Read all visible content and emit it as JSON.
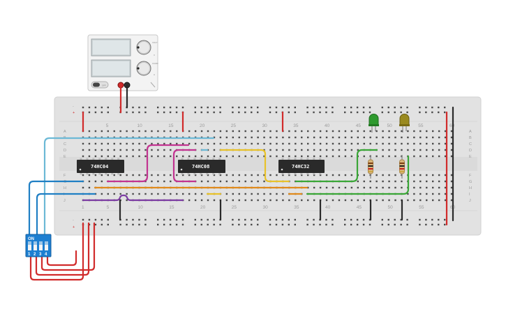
{
  "power_supply": {
    "btn_label": "OFF",
    "knob_labels": [
      "V",
      "A"
    ],
    "knob_tiny": [
      "VOLT",
      "CURR"
    ]
  },
  "breadboard": {
    "row_letters_top": [
      "A",
      "B",
      "C",
      "D",
      "E"
    ],
    "row_letters_bottom": [
      "F",
      "G",
      "H",
      "I",
      "J"
    ],
    "column_numbers_top": [
      "5",
      "10",
      "15",
      "20",
      "25",
      "30",
      "35",
      "40",
      "45",
      "50",
      "55",
      "60"
    ],
    "column_numbers_bottom": [
      "1",
      "5",
      "10",
      "15",
      "20",
      "25",
      "30",
      "35",
      "40",
      "45",
      "50",
      "55",
      "60"
    ],
    "rail_plus": "+",
    "rail_minus": "-"
  },
  "chips": [
    {
      "name": "74HC04"
    },
    {
      "name": "74HC08"
    },
    {
      "name": "74HC32"
    }
  ],
  "dip_switch": {
    "on_label": "ON",
    "positions": [
      "1",
      "2",
      "3",
      "4"
    ]
  },
  "colors": {
    "board": "#e2e2e2",
    "chip": "#2a2a2a",
    "wire_red": "#d12b2b",
    "wire_black": "#2a2a2a",
    "wire_cyan": "#6cb9d6",
    "wire_blue": "#1f7fc4",
    "wire_magenta": "#c23390",
    "wire_yellow": "#e8c22a",
    "wire_orange": "#e08a1c",
    "wire_purple": "#7b3ba2",
    "wire_green": "#3aa637",
    "led_green": "#2e9a2e",
    "led_yellow": "#9a8a20",
    "dip_body": "#1d7fd1"
  }
}
